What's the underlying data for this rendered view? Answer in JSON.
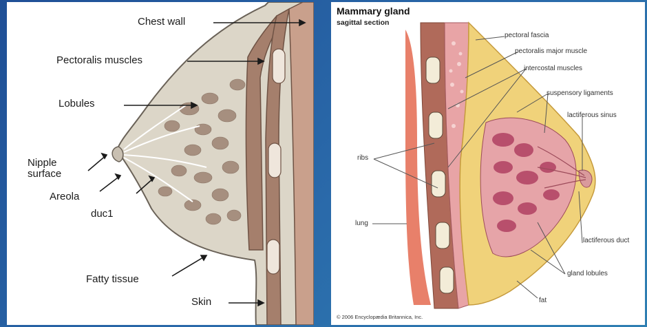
{
  "left_diagram": {
    "labels": {
      "chest_wall": "Chest wall",
      "pectoralis_muscles": "Pectoralis muscles",
      "lobules": "Lobules",
      "nipple_surface": "Nipple\nsurface",
      "areola": "Areola",
      "duct": "duc1",
      "fatty_tissue": "Fatty tissue",
      "skin": "Skin"
    }
  },
  "right_diagram": {
    "title": "Mammary gland",
    "subtitle": "sagittal section",
    "labels": {
      "pectoral_fascia": "pectoral fascia",
      "pectoralis_major_muscle": "pectoralis major muscle",
      "intercostal_muscles": "intercostal muscles",
      "suspensory_ligaments": "suspensory ligaments",
      "lactiferous_sinus": "lactiferous sinus",
      "ribs": "ribs",
      "lung": "lung",
      "lactiferous_duct": "lactiferous duct",
      "gland_lobules": "gland lobules",
      "fat": "fat"
    },
    "credit": "© 2006 Encyclopædia Britannica, Inc."
  },
  "colors": {
    "background": "#2a6aaa",
    "muscle": "#a57f6c",
    "tissue": "#d8d2c5",
    "fat_yellow": "#f0d27a",
    "gland_pink": "#b84f6c",
    "lung": "#e8806a"
  }
}
